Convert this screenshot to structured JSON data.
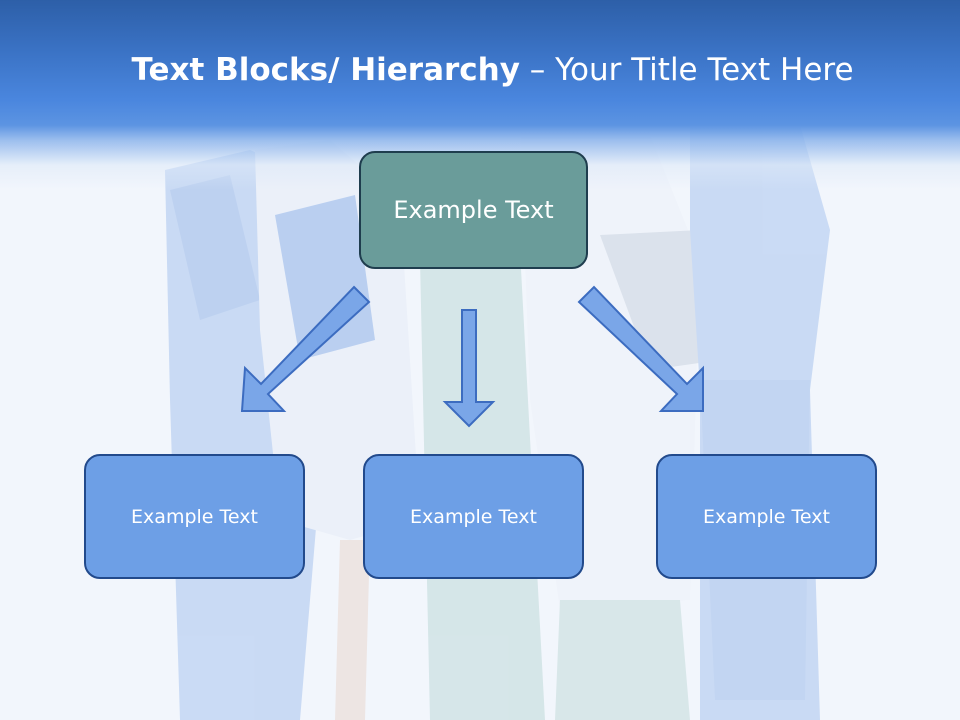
{
  "title": {
    "bold": "Text Blocks/ Hierarchy",
    "rest": " – Your Title Text Here"
  },
  "hierarchy": {
    "top": {
      "label": "Example Text"
    },
    "children": [
      {
        "label": "Example Text"
      },
      {
        "label": "Example Text"
      },
      {
        "label": "Example Text"
      }
    ]
  },
  "colors": {
    "header": "#3a72c4",
    "top_box_fill": "#6a9c9a",
    "top_box_border": "#1f3d4e",
    "child_box_fill": "#6d9fe6",
    "child_box_border": "#224a8c",
    "arrow_fill": "#7aa6e8",
    "arrow_stroke": "#3c6cc0"
  }
}
